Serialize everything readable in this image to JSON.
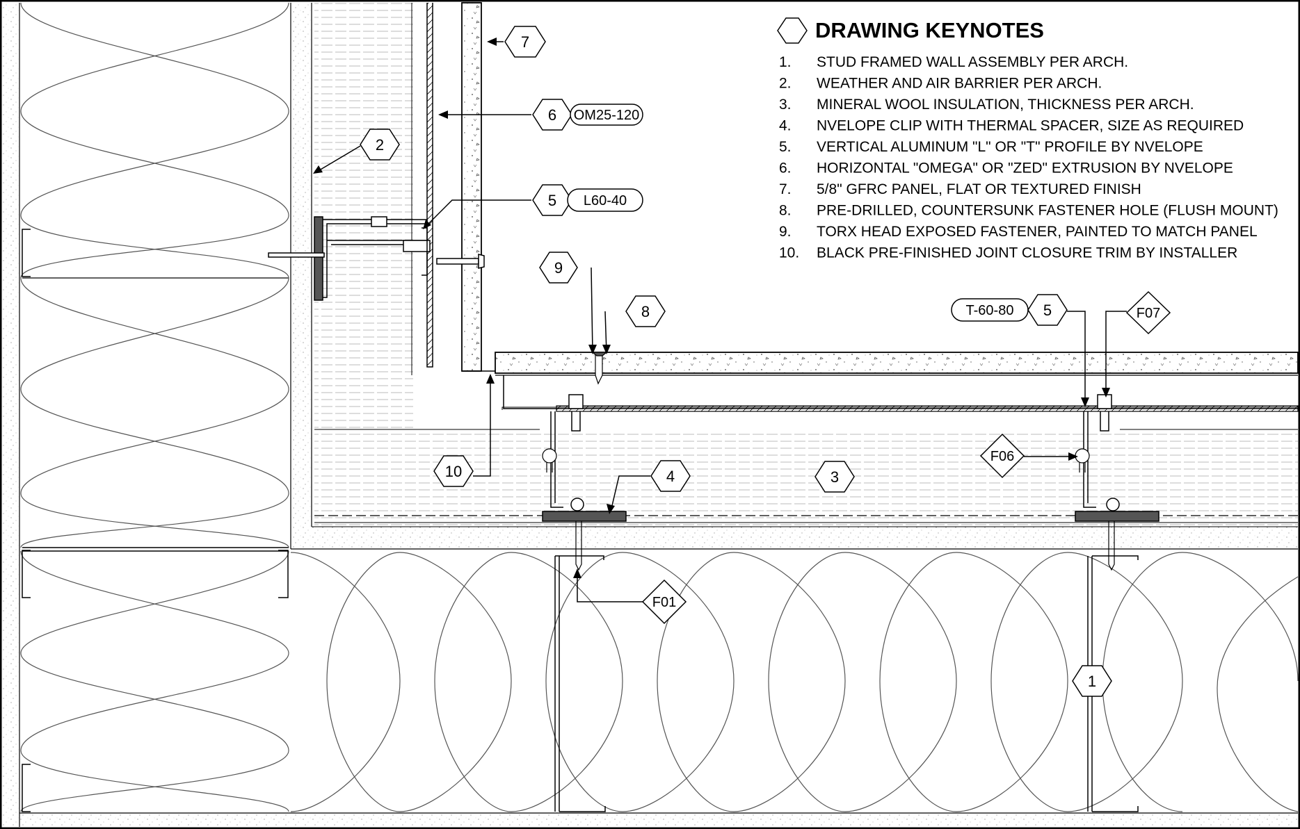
{
  "keynotes": {
    "title": "DRAWING KEYNOTES",
    "items": [
      {
        "num": "1.",
        "text": "STUD FRAMED WALL ASSEMBLY PER ARCH."
      },
      {
        "num": "2.",
        "text": "WEATHER AND AIR BARRIER PER ARCH."
      },
      {
        "num": "3.",
        "text": "MINERAL WOOL INSULATION, THICKNESS PER ARCH."
      },
      {
        "num": "4.",
        "text": "NVELOPE CLIP WITH THERMAL SPACER, SIZE AS REQUIRED"
      },
      {
        "num": "5.",
        "text": "VERTICAL ALUMINUM \"L\" OR \"T\" PROFILE BY NVELOPE"
      },
      {
        "num": "6.",
        "text": "HORIZONTAL \"OMEGA\" OR \"ZED\" EXTRUSION BY NVELOPE"
      },
      {
        "num": "7.",
        "text": "5/8\" GFRC PANEL, FLAT OR TEXTURED FINISH"
      },
      {
        "num": "8.",
        "text": "PRE-DRILLED, COUNTERSUNK FASTENER HOLE (FLUSH MOUNT)"
      },
      {
        "num": "9.",
        "text": "TORX HEAD EXPOSED FASTENER, PAINTED TO MATCH PANEL"
      },
      {
        "num": "10.",
        "text": "BLACK PRE-FINISHED JOINT CLOSURE TRIM BY INSTALLER"
      }
    ]
  },
  "tags": {
    "k7": "7",
    "k6": "6",
    "om": "OM25-120",
    "k2": "2",
    "k5a": "5",
    "l60": "L60-40",
    "k9": "9",
    "k8": "8",
    "t6080": "T-60-80",
    "k5b": "5",
    "f07": "F07",
    "f06": "F06",
    "k10": "10",
    "k4": "4",
    "k3": "3",
    "f01": "F01",
    "k1": "1"
  },
  "colors": {
    "line": "#000000",
    "fill_dark": "#555555",
    "fill_mid": "#9a9a9a",
    "paper": "#ffffff"
  }
}
